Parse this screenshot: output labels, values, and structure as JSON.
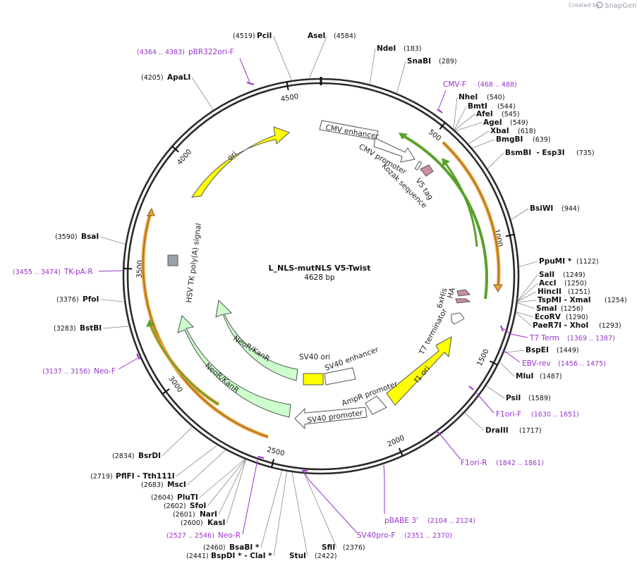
{
  "credit": {
    "prefix": "Created by",
    "brand": "SnapGene"
  },
  "plasmid": {
    "name": "L_NLS-mutNLS V5-Twist",
    "length": "4628 bp",
    "total_bp": 4628
  },
  "ticks": [
    {
      "label": "500",
      "pos": 500
    },
    {
      "label": "1000",
      "pos": 1000
    },
    {
      "label": "1500",
      "pos": 1500
    },
    {
      "label": "2000",
      "pos": 2000
    },
    {
      "label": "2500",
      "pos": 2500
    },
    {
      "label": "3000",
      "pos": 3000
    },
    {
      "label": "3500",
      "pos": 3500
    },
    {
      "label": "4000",
      "pos": 4000
    },
    {
      "label": "4500",
      "pos": 4500
    }
  ],
  "sites": [
    {
      "name": "PciI",
      "pos": "(4519)",
      "bp": 4519
    },
    {
      "name": "AseI",
      "pos": "(4584)",
      "bp": 4584
    },
    {
      "name": "NdeI",
      "pos": "(183)",
      "bp": 183
    },
    {
      "name": "SnaBI",
      "pos": "(289)",
      "bp": 289
    },
    {
      "name": "NheI",
      "pos": "(540)",
      "bp": 540
    },
    {
      "name": "BmtI",
      "pos": "(544)",
      "bp": 544
    },
    {
      "name": "AfeI",
      "pos": "(545)",
      "bp": 545
    },
    {
      "name": "AgeI",
      "pos": "(549)",
      "bp": 549
    },
    {
      "name": "XbaI",
      "pos": "(618)",
      "bp": 618
    },
    {
      "name": "BmgBI",
      "pos": "(639)",
      "bp": 639
    },
    {
      "name": "BsmBI  - Esp3I",
      "pos": "(735)",
      "bp": 735
    },
    {
      "name": "BsiWI",
      "pos": "(944)",
      "bp": 944
    },
    {
      "name": "PpuMI *",
      "pos": "(1122)",
      "bp": 1122
    },
    {
      "name": "SalI",
      "pos": "(1249)",
      "bp": 1249
    },
    {
      "name": "AccI",
      "pos": "(1250)",
      "bp": 1250
    },
    {
      "name": "HincII",
      "pos": "(1251)",
      "bp": 1251
    },
    {
      "name": "TspMI  - XmaI",
      "pos": "(1254)",
      "bp": 1254
    },
    {
      "name": "SmaI",
      "pos": "(1256)",
      "bp": 1256
    },
    {
      "name": "EcoRV",
      "pos": "(1290)",
      "bp": 1290
    },
    {
      "name": "PaeR7I  - XhoI",
      "pos": "(1293)",
      "bp": 1293
    },
    {
      "name": "BspEI",
      "pos": "(1449)",
      "bp": 1449
    },
    {
      "name": "MluI",
      "pos": "(1487)",
      "bp": 1487
    },
    {
      "name": "PsiI",
      "pos": "(1589)",
      "bp": 1589
    },
    {
      "name": "DraIII",
      "pos": "(1717)",
      "bp": 1717
    },
    {
      "name": "SfiI",
      "pos": "(2376)",
      "bp": 2376
    },
    {
      "name": "StuI",
      "pos": "(2422)",
      "bp": 2422
    },
    {
      "name": "BspDI *  - ClaI *",
      "pos": "(2441)",
      "bp": 2441
    },
    {
      "name": "BsaBI *",
      "pos": "(2460)",
      "bp": 2460
    },
    {
      "name": "KasI",
      "pos": "(2600)",
      "bp": 2600
    },
    {
      "name": "NarI",
      "pos": "(2601)",
      "bp": 2601
    },
    {
      "name": "SfoI",
      "pos": "(2602)",
      "bp": 2602
    },
    {
      "name": "PluTI",
      "pos": "(2604)",
      "bp": 2604
    },
    {
      "name": "MscI",
      "pos": "(2683)",
      "bp": 2683
    },
    {
      "name": "PflFI  - Tth111I",
      "pos": "(2719)",
      "bp": 2719
    },
    {
      "name": "BsrDI",
      "pos": "(2834)",
      "bp": 2834
    },
    {
      "name": "BstBI",
      "pos": "(3283)",
      "bp": 3283
    },
    {
      "name": "PfoI",
      "pos": "(3376)",
      "bp": 3376
    },
    {
      "name": "BsaI",
      "pos": "(3590)",
      "bp": 3590
    },
    {
      "name": "ApaLI",
      "pos": "(4205)",
      "bp": 4205
    }
  ],
  "primers": [
    {
      "name": "pBR322ori-F",
      "pos": "(4364 .. 4383)"
    },
    {
      "name": "CMV-F",
      "pos": "(468 .. 488)"
    },
    {
      "name": "T7 Term",
      "pos": "(1369 .. 1387)"
    },
    {
      "name": "EBV-rev",
      "pos": "(1456 .. 1475)"
    },
    {
      "name": "F1ori-F",
      "pos": "(1630 .. 1651)"
    },
    {
      "name": "F1ori-R",
      "pos": "(1842 .. 1861)"
    },
    {
      "name": "pBABE 3'",
      "pos": "(2104 .. 2124)"
    },
    {
      "name": "SV40pro-F",
      "pos": "(2351 .. 2370)"
    },
    {
      "name": "Neo-R",
      "pos": "(2527 .. 2546)"
    },
    {
      "name": "Neo-F",
      "pos": "(3137 .. 3156)"
    },
    {
      "name": "TK-pA-R",
      "pos": "(3455 .. 3474)"
    }
  ],
  "features": [
    {
      "label": "CMV enhancer"
    },
    {
      "label": "CMV promoter"
    },
    {
      "label": "Kozak sequence"
    },
    {
      "label": "V5 tag"
    },
    {
      "label": "6xHis"
    },
    {
      "label": "HA"
    },
    {
      "label": "T7 terminator"
    },
    {
      "label": "f1 ori"
    },
    {
      "label": "AmpR promoter"
    },
    {
      "label": "SV40 promoter"
    },
    {
      "label": "SV40 ori"
    },
    {
      "label": "SV40 enhancer"
    },
    {
      "label": "NeoR/KanR"
    },
    {
      "label": "NeoR/KanR"
    },
    {
      "label": "HSV TK poly(A) signal"
    },
    {
      "label": "ori"
    }
  ],
  "colors": {
    "backbone": "#2b2b2b",
    "primer": "#9933cc",
    "orf_orange": "#e8a13a",
    "orf_green": "#5aa02c",
    "ori_yellow": "#ffff00",
    "neo_green": "#ccffcc",
    "tag_pink": "#c68fa5",
    "grey_box": "#9aa3ad"
  }
}
